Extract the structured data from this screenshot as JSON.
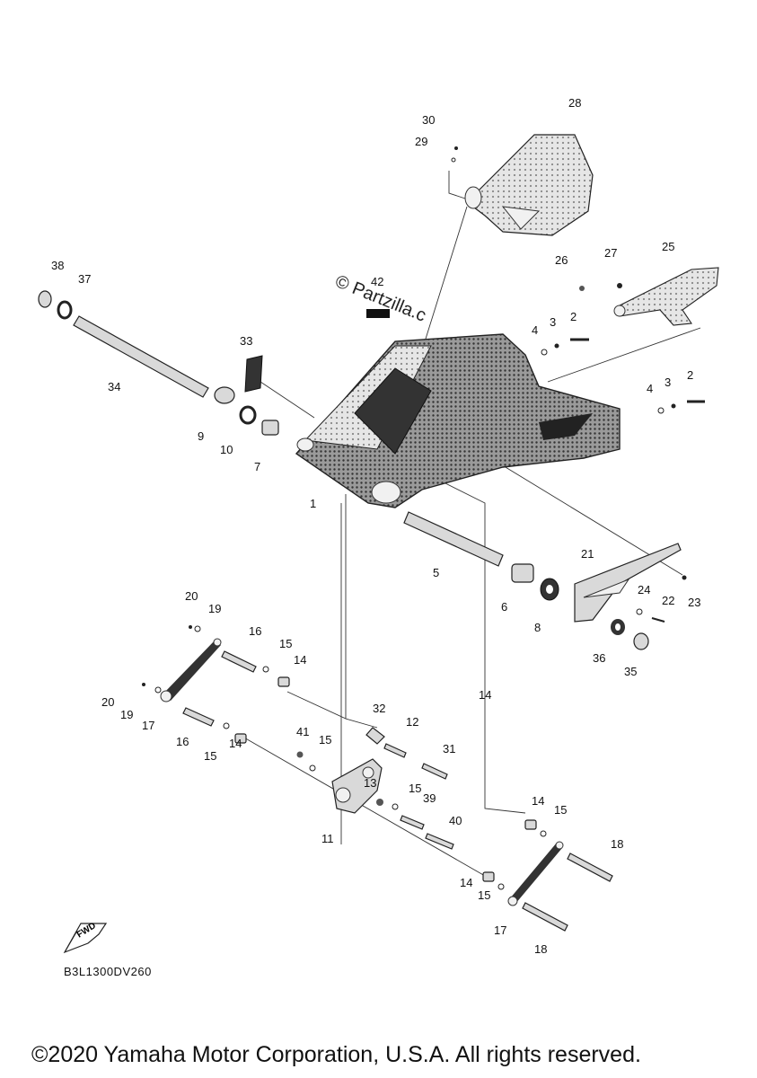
{
  "watermark": {
    "brand": "© Partzilla.c",
    "symbol_color": "#222222"
  },
  "callouts": [
    "1",
    "2",
    "2",
    "3",
    "3",
    "4",
    "4",
    "5",
    "6",
    "7",
    "8",
    "9",
    "10",
    "11",
    "12",
    "13",
    "14",
    "14",
    "14",
    "14",
    "14",
    "15",
    "15",
    "15",
    "15",
    "15",
    "15",
    "16",
    "16",
    "17",
    "17",
    "18",
    "18",
    "19",
    "19",
    "20",
    "20",
    "21",
    "22",
    "23",
    "24",
    "25",
    "26",
    "27",
    "28",
    "29",
    "30",
    "31",
    "32",
    "33",
    "34",
    "35",
    "36",
    "37",
    "38",
    "39",
    "40",
    "41",
    "42"
  ],
  "fwd_badge": "FWD",
  "diagram_code": "B3L1300DV260",
  "copyright": "©2020 Yamaha Motor Corporation, U.S.A. All rights reserved."
}
